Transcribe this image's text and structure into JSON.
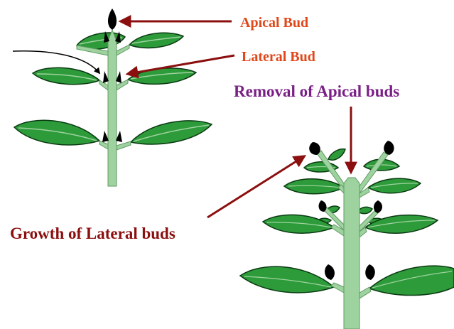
{
  "labels": {
    "apical_bud": "Apical Bud",
    "lateral_bud": "Lateral Bud",
    "removal": "Removal of Apical buds",
    "growth": "Growth of Lateral buds"
  },
  "colors": {
    "stem_fill": "#9ed3a0",
    "stem_stroke": "#5f9a62",
    "leaf_fill": "#2e9b3a",
    "leaf_stroke": "#0a3a12",
    "bud": "#000000",
    "arrow": "#8b0f0f",
    "orange_text": "#e0471a",
    "purple_text": "#7a1f86",
    "maroon_text": "#8b0f0f"
  }
}
